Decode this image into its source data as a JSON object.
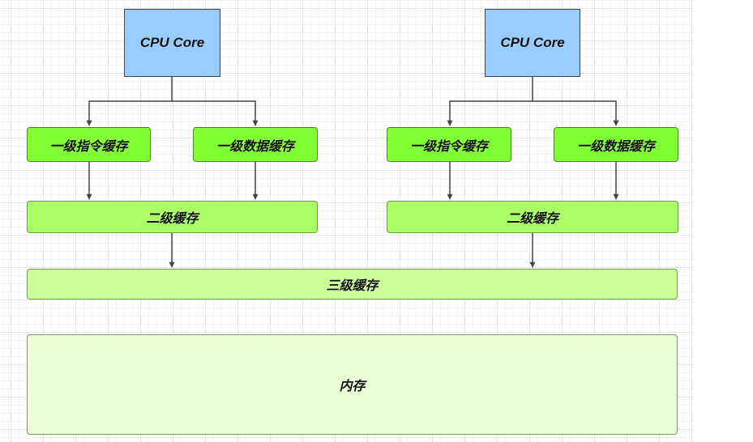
{
  "diagram": {
    "core_left": {
      "label": "CPU Core"
    },
    "core_right": {
      "label": "CPU Core"
    },
    "l1i_left": {
      "label": "一级指令缓存"
    },
    "l1d_left": {
      "label": "一级数据缓存"
    },
    "l1i_right": {
      "label": "一级指令缓存"
    },
    "l1d_right": {
      "label": "一级数据缓存"
    },
    "l2_left": {
      "label": "二级缓存"
    },
    "l2_right": {
      "label": "二级缓存"
    },
    "l3": {
      "label": "三级缓存"
    },
    "memory": {
      "label": "内存"
    }
  },
  "colors": {
    "cpu_core": "#99ccff",
    "l1_cache": "#80ff33",
    "l2_cache": "#aaff66",
    "l3_cache": "#ccff99",
    "memory": "#ebffd6",
    "connector": "#444444"
  }
}
